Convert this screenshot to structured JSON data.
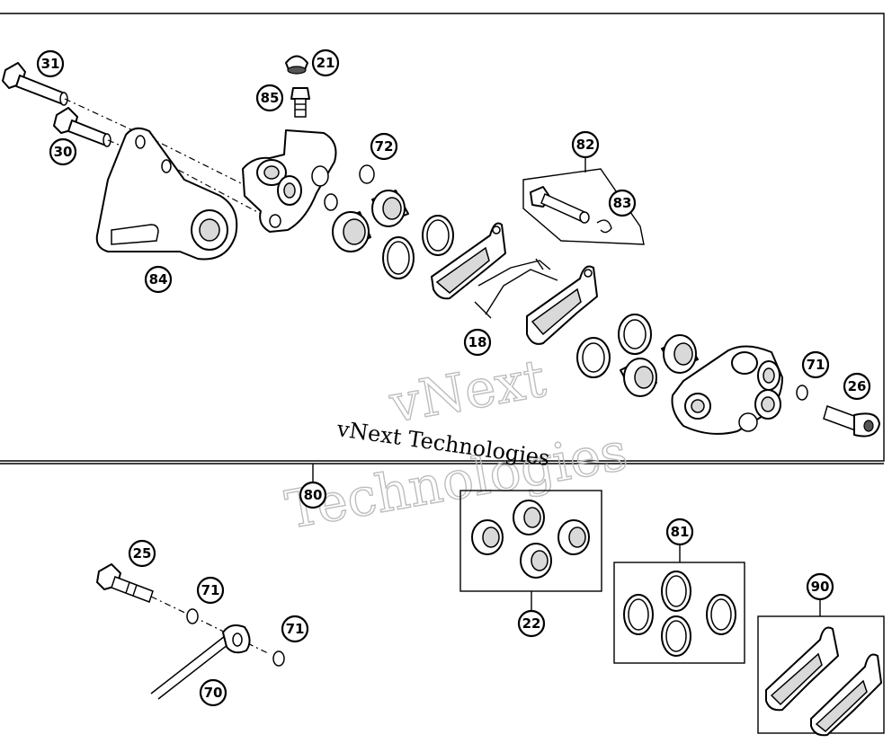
{
  "watermark": {
    "outline_line1": "vNext",
    "outline_line2": "Technologies",
    "solid_text": "vNext Technologies"
  },
  "callouts": {
    "c18": "18",
    "c21": "21",
    "c22": "22",
    "c25": "25",
    "c26": "26",
    "c30": "30",
    "c31": "31",
    "c70": "70",
    "c71a": "71",
    "c71b": "71",
    "c71c": "71",
    "c72": "72",
    "c80": "80",
    "c81": "81",
    "c82": "82",
    "c83": "83",
    "c84": "84",
    "c85": "85",
    "c90": "90"
  }
}
